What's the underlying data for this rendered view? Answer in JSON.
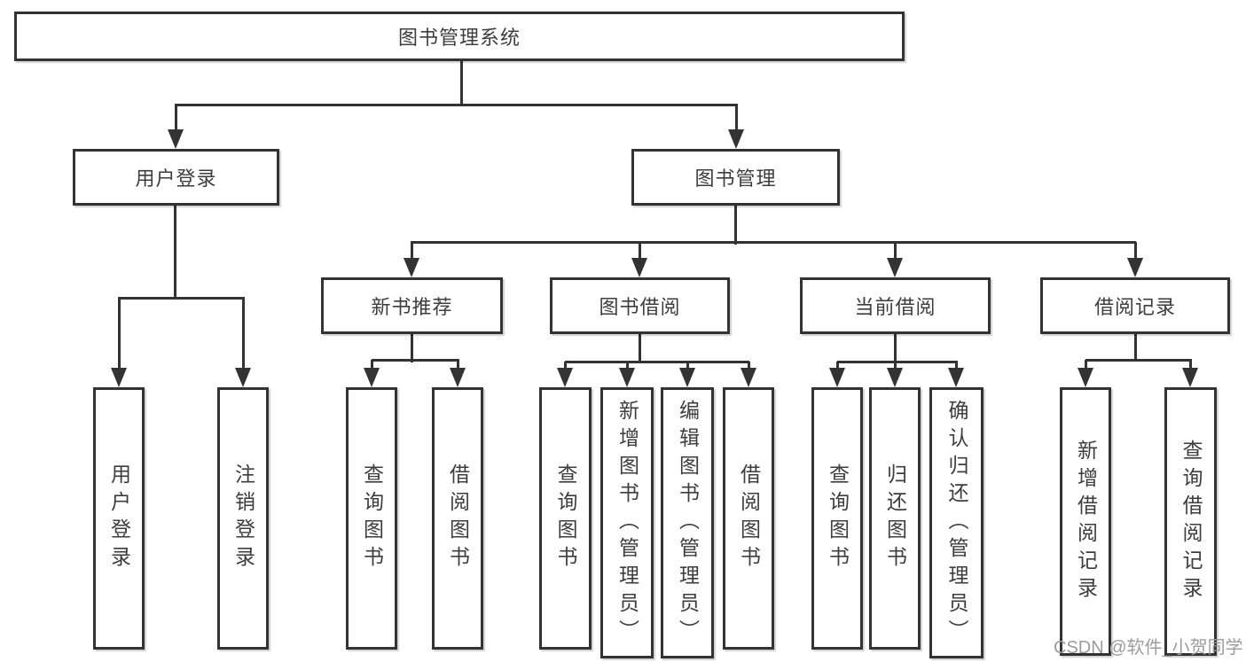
{
  "diagram": {
    "root": {
      "label": "图书管理系统"
    },
    "branches": [
      {
        "label": "用户登录",
        "children": [
          {
            "label": "用户登录"
          },
          {
            "label": "注销登录"
          }
        ]
      },
      {
        "label": "图书管理",
        "children": [
          {
            "label": "新书推荐",
            "children": [
              {
                "label": "查询图书"
              },
              {
                "label": "借阅图书"
              }
            ]
          },
          {
            "label": "图书借阅",
            "children": [
              {
                "label": "查询图书"
              },
              {
                "label": "新增图书（管理员）"
              },
              {
                "label": "编辑图书（管理员）"
              },
              {
                "label": "借阅图书"
              }
            ]
          },
          {
            "label": "当前借阅",
            "children": [
              {
                "label": "查询图书"
              },
              {
                "label": "归还图书"
              },
              {
                "label": "确认归还（管理员）"
              }
            ]
          },
          {
            "label": "借阅记录",
            "children": [
              {
                "label": "新增借阅记录"
              },
              {
                "label": "查询借阅记录"
              }
            ]
          }
        ]
      }
    ]
  },
  "watermark": {
    "text": "CSDN @软件_小贺同学",
    "color": "#9c9c9c"
  },
  "colors": {
    "line": "#333333",
    "box_border": "#333333",
    "text": "#3d3d3d",
    "background": "#ffffff"
  }
}
